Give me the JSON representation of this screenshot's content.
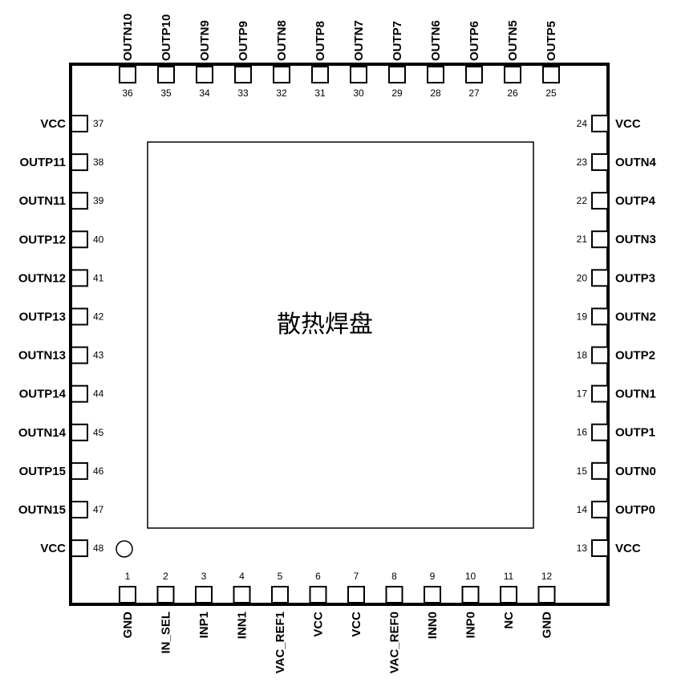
{
  "package": {
    "exposed_pad_label": "散热焊盘"
  },
  "pins": {
    "bottom": [
      {
        "num": "1",
        "name": "GND"
      },
      {
        "num": "2",
        "name": "IN_SEL"
      },
      {
        "num": "3",
        "name": "INP1"
      },
      {
        "num": "4",
        "name": "INN1"
      },
      {
        "num": "5",
        "name": "VAC_REF1"
      },
      {
        "num": "6",
        "name": "VCC"
      },
      {
        "num": "7",
        "name": "VCC"
      },
      {
        "num": "8",
        "name": "VAC_REF0"
      },
      {
        "num": "9",
        "name": "INN0"
      },
      {
        "num": "10",
        "name": "INP0"
      },
      {
        "num": "11",
        "name": "NC"
      },
      {
        "num": "12",
        "name": "GND"
      }
    ],
    "right": [
      {
        "num": "13",
        "name": "VCC"
      },
      {
        "num": "14",
        "name": "OUTP0"
      },
      {
        "num": "15",
        "name": "OUTN0"
      },
      {
        "num": "16",
        "name": "OUTP1"
      },
      {
        "num": "17",
        "name": "OUTN1"
      },
      {
        "num": "18",
        "name": "OUTP2"
      },
      {
        "num": "19",
        "name": "OUTN2"
      },
      {
        "num": "20",
        "name": "OUTP3"
      },
      {
        "num": "21",
        "name": "OUTN3"
      },
      {
        "num": "22",
        "name": "OUTP4"
      },
      {
        "num": "23",
        "name": "OUTN4"
      },
      {
        "num": "24",
        "name": "VCC"
      }
    ],
    "top": [
      {
        "num": "25",
        "name": "OUTP5"
      },
      {
        "num": "26",
        "name": "OUTN5"
      },
      {
        "num": "27",
        "name": "OUTP6"
      },
      {
        "num": "28",
        "name": "OUTN6"
      },
      {
        "num": "29",
        "name": "OUTP7"
      },
      {
        "num": "30",
        "name": "OUTN7"
      },
      {
        "num": "31",
        "name": "OUTP8"
      },
      {
        "num": "32",
        "name": "OUTN8"
      },
      {
        "num": "33",
        "name": "OUTP9"
      },
      {
        "num": "34",
        "name": "OUTN9"
      },
      {
        "num": "35",
        "name": "OUTP10"
      },
      {
        "num": "36",
        "name": "OUTN10"
      }
    ],
    "left": [
      {
        "num": "37",
        "name": "VCC"
      },
      {
        "num": "38",
        "name": "OUTP11"
      },
      {
        "num": "39",
        "name": "OUTN11"
      },
      {
        "num": "40",
        "name": "OUTP12"
      },
      {
        "num": "41",
        "name": "OUTN12"
      },
      {
        "num": "42",
        "name": "OUTP13"
      },
      {
        "num": "43",
        "name": "OUTN13"
      },
      {
        "num": "44",
        "name": "OUTP14"
      },
      {
        "num": "45",
        "name": "OUTN14"
      },
      {
        "num": "46",
        "name": "OUTP15"
      },
      {
        "num": "47",
        "name": "OUTN15"
      },
      {
        "num": "48",
        "name": "VCC"
      }
    ]
  }
}
